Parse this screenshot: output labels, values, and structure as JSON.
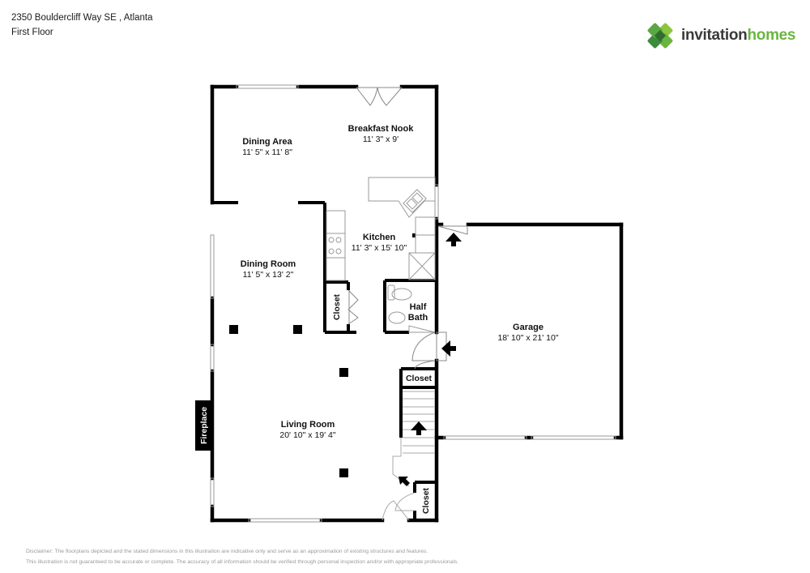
{
  "header": {
    "address": "2350 Bouldercliff Way SE , Atlanta",
    "floor": "First Floor"
  },
  "logo": {
    "word1": "invitation",
    "word2": "homes",
    "colors": {
      "dark_green": "#3d8b3d",
      "light_green": "#8cc63f",
      "mid_green": "#6bb53f",
      "text_gray": "#3a3a3a"
    }
  },
  "rooms": [
    {
      "id": "breakfast-nook",
      "name": "Breakfast Nook",
      "dimensions": "11' 3\" x 9'"
    },
    {
      "id": "dining-area",
      "name": "Dining Area",
      "dimensions": "11' 5\" x 11' 8\""
    },
    {
      "id": "kitchen",
      "name": "Kitchen",
      "dimensions": "11' 3\" x 15' 10\""
    },
    {
      "id": "dining-room",
      "name": "Dining Room",
      "dimensions": "11' 5\" x 13' 2\""
    },
    {
      "id": "half-bath",
      "name": "Half",
      "name2": "Bath"
    },
    {
      "id": "garage",
      "name": "Garage",
      "dimensions": "18' 10\" x 21' 10\""
    },
    {
      "id": "living-room",
      "name": "Living Room",
      "dimensions": "20' 10\" x 19' 4\""
    }
  ],
  "labels": {
    "closet_1": "Closet",
    "closet_2": "Closet",
    "closet_3": "Closet",
    "fireplace": "Fireplace"
  },
  "disclaimer": {
    "line1": "Disclaimer: The floorplans depicted and the stated dimensions in this illustration are indicative only and serve as an approximation of existing structures and features.",
    "line2": "This illustration is not guaranteed to be accurate or complete. The accuracy of all information should be verified through personal inspection and/or with appropriate professionals."
  }
}
